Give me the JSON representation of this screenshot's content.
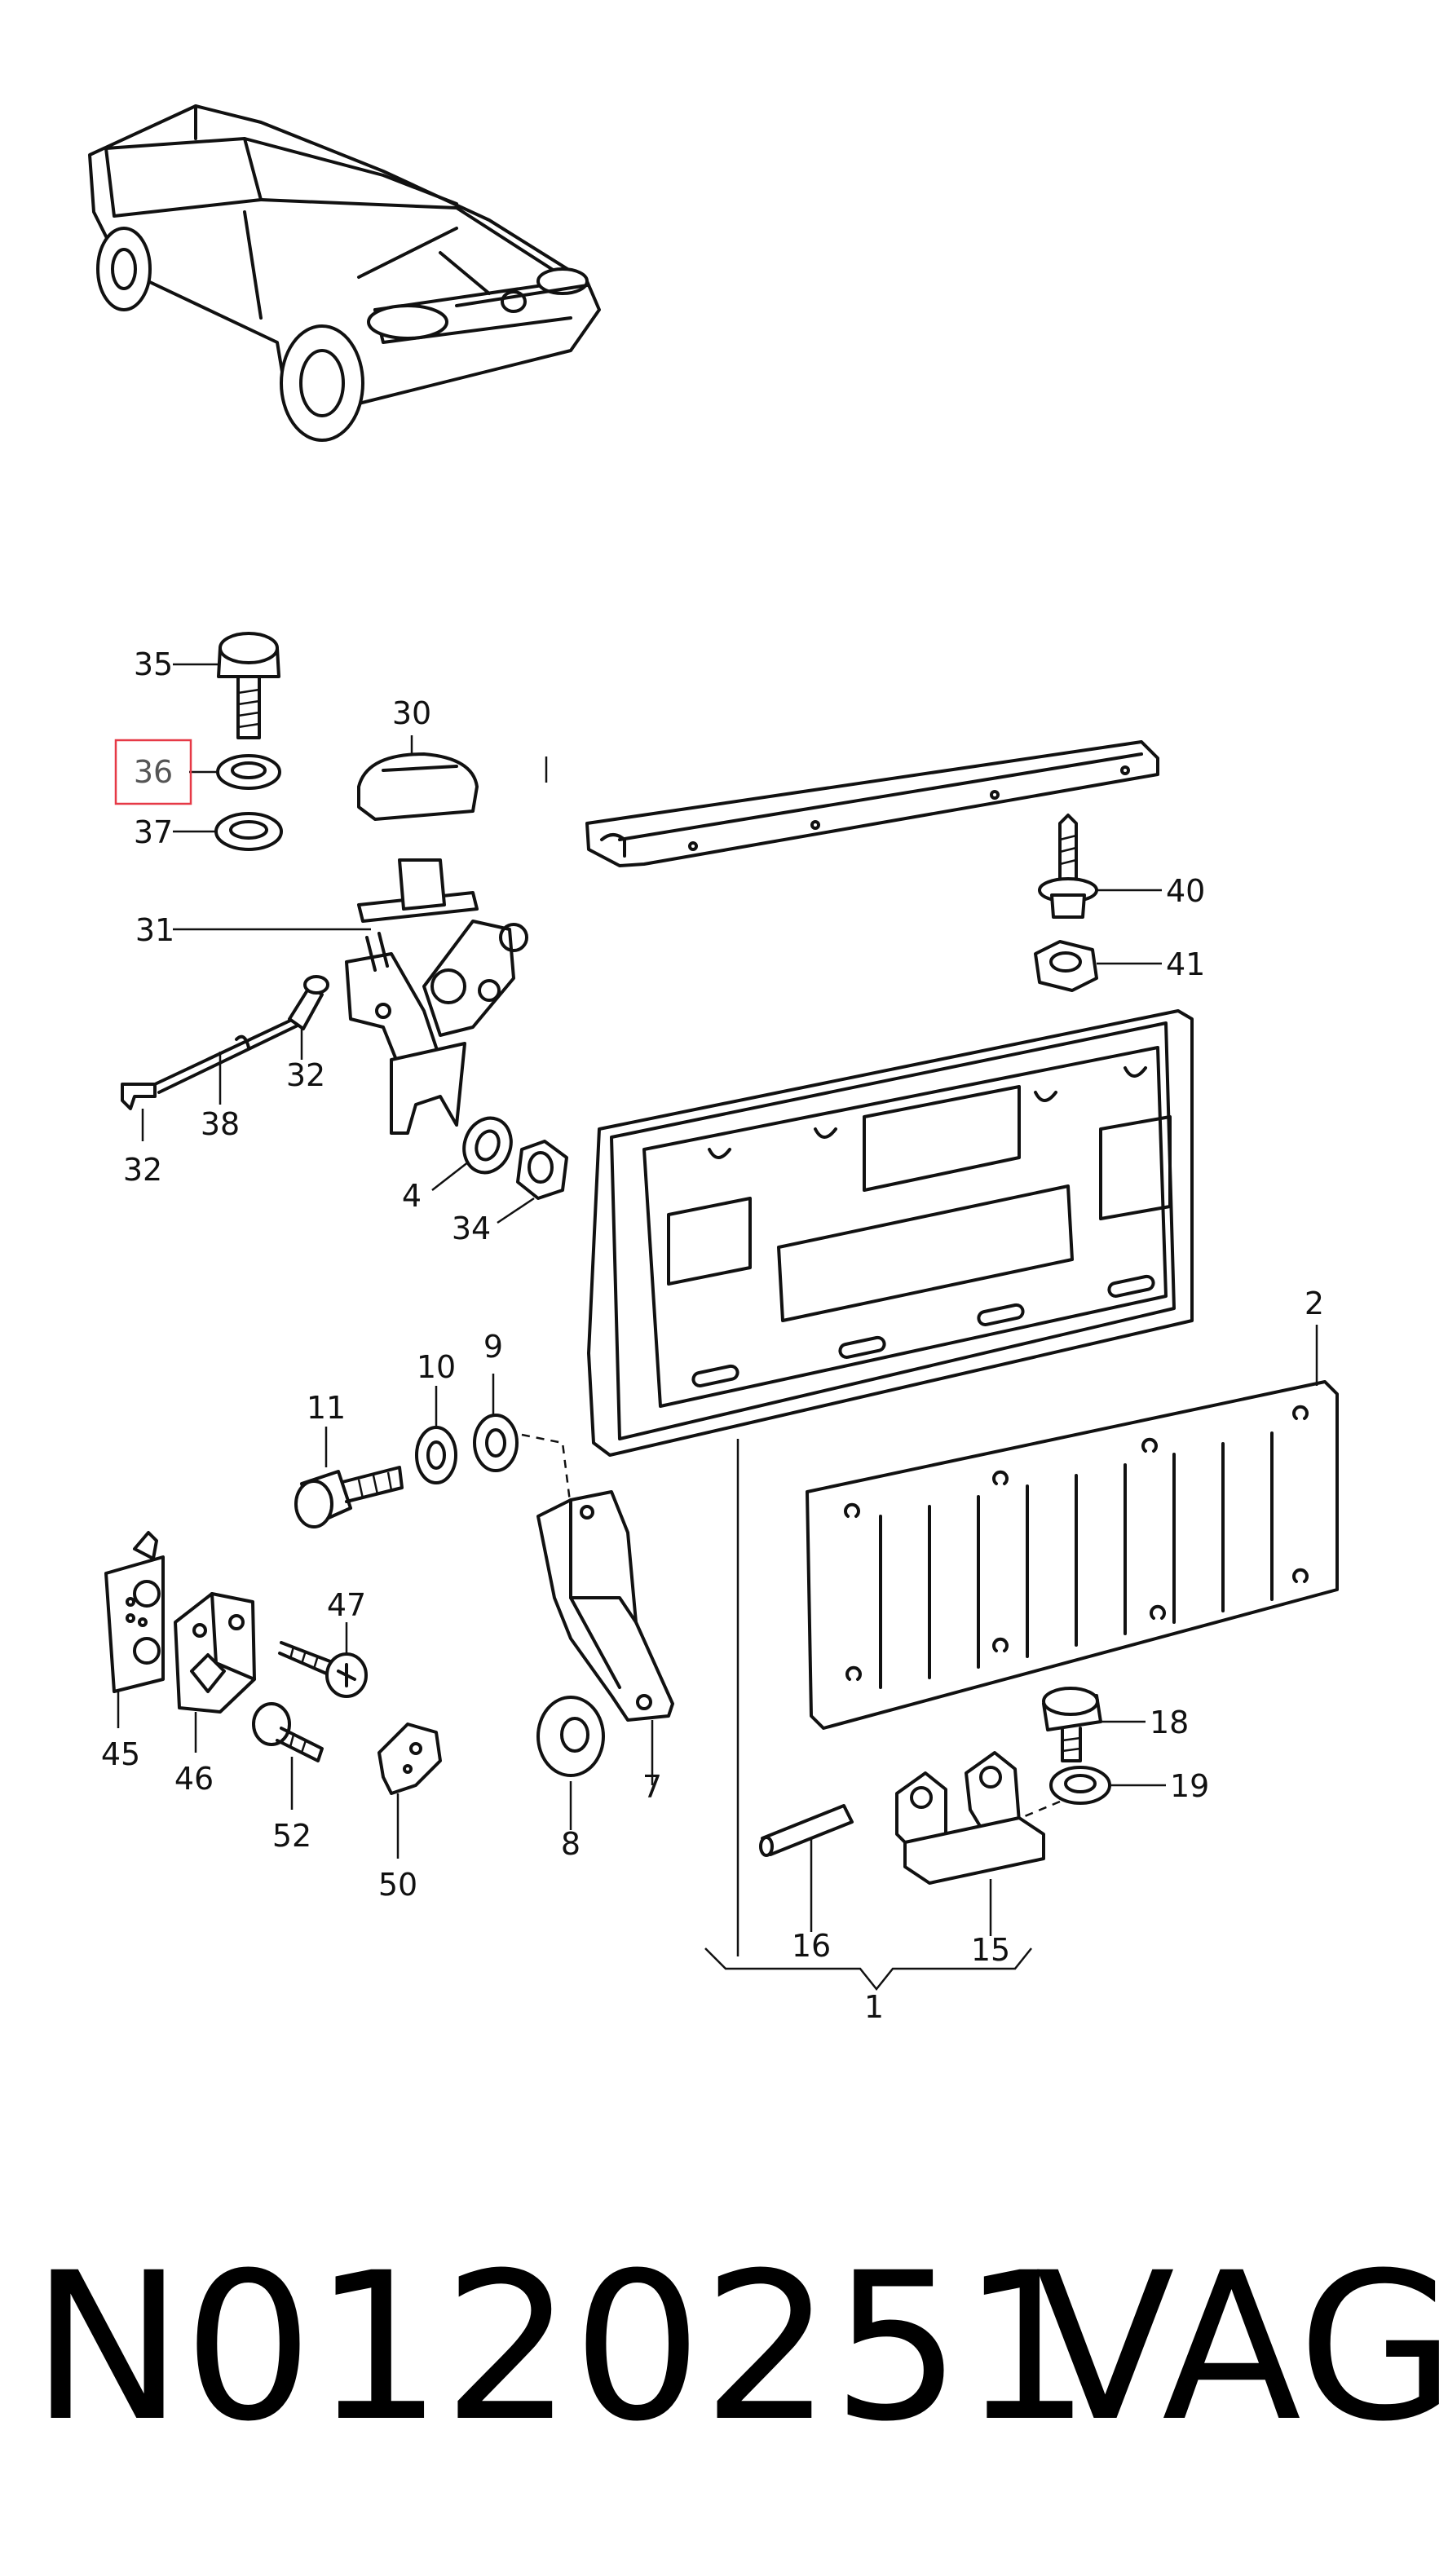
{
  "diagram": {
    "labels": {
      "l1": "1",
      "l2": "2",
      "l4": "4",
      "l7": "7",
      "l8": "8",
      "l9": "9",
      "l10": "10",
      "l11": "11",
      "l15": "15",
      "l16": "16",
      "l18": "18",
      "l19": "19",
      "l30": "30",
      "l31": "31",
      "l32a": "32",
      "l32b": "32",
      "l34": "34",
      "l35": "35",
      "l36": "36",
      "l37": "37",
      "l38": "38",
      "l40": "40",
      "l41": "41",
      "l45": "45",
      "l46": "46",
      "l47": "47",
      "l50": "50",
      "l52": "52"
    },
    "highlighted_part": "36",
    "highlight_color": "#e63946"
  },
  "caption": {
    "part_number": "N0120251",
    "brand": "VAG"
  }
}
